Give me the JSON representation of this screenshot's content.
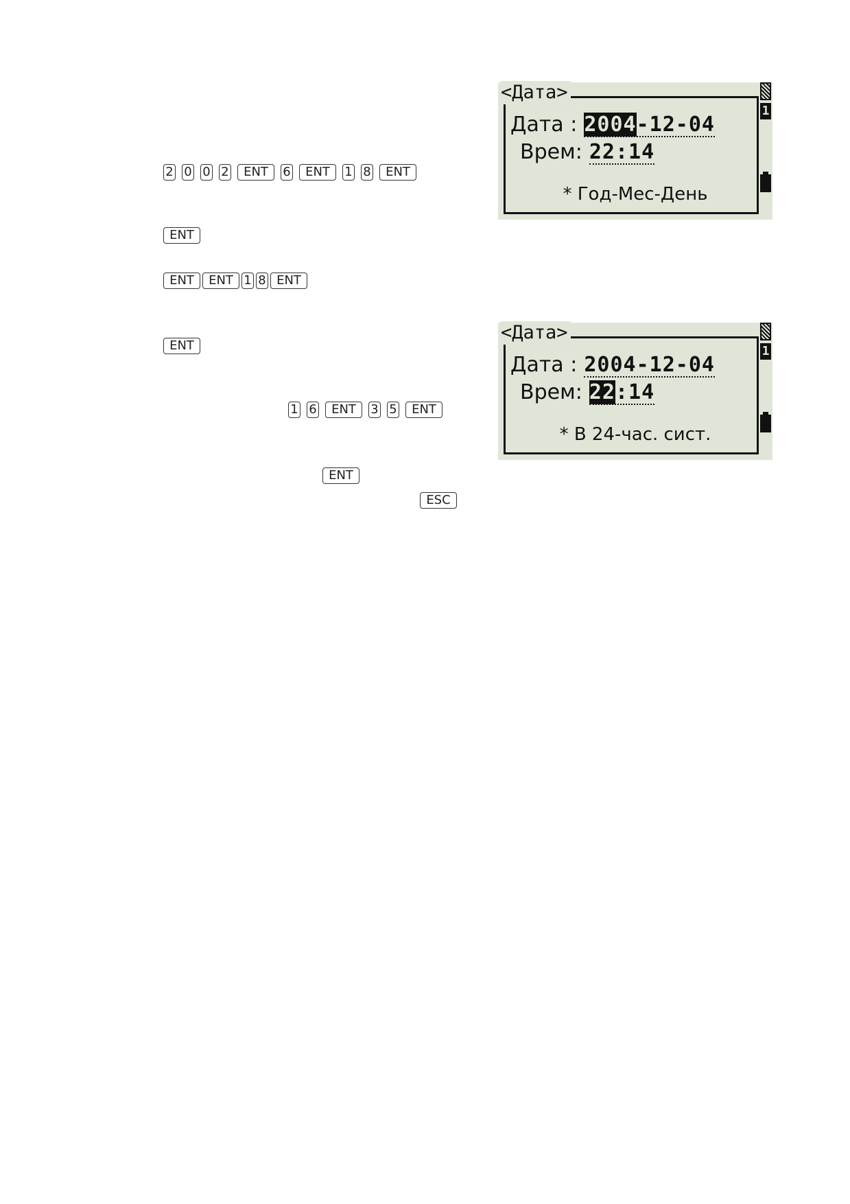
{
  "steps": [
    {
      "keys": [
        "2",
        "0",
        "0",
        "2",
        "ENT",
        "6",
        "ENT",
        "1",
        "8",
        "ENT"
      ]
    },
    {
      "keys": [
        "ENT"
      ]
    },
    {
      "keys": [
        "ENT",
        "ENT",
        "1",
        "8",
        "ENT"
      ]
    },
    {
      "keys": [
        "ENT"
      ]
    },
    {
      "keys": [
        "1",
        "6",
        "ENT",
        "3",
        "5",
        "ENT"
      ]
    },
    {
      "keys": [
        "ENT"
      ]
    },
    {
      "keys": [
        "ESC"
      ]
    }
  ],
  "screens": [
    {
      "title": "<Дата>",
      "date_label": "Дата :",
      "date_hl": "2004",
      "date_rest": "-12-04",
      "time_label": "Врем:",
      "time_hl": "",
      "time_rest": "22:14",
      "hint": "* Год-Мес-День",
      "indicator": "1"
    },
    {
      "title": "<Дата>",
      "date_label": "Дата :",
      "date_hl": "",
      "date_rest": "2004-12-04",
      "time_label": "Врем:",
      "time_hl": "22",
      "time_rest": ":14",
      "hint": "* В 24-час. сист.",
      "indicator": "1"
    }
  ]
}
